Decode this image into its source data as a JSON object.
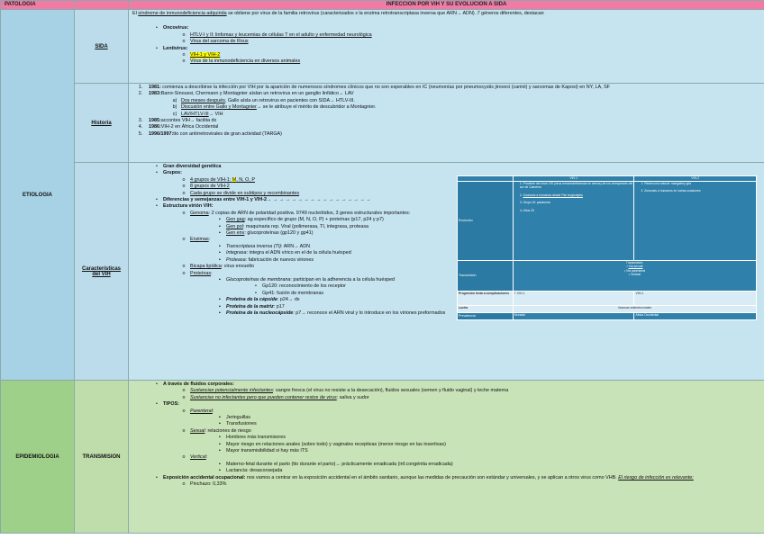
{
  "header": {
    "col1": "PATOLOGIA",
    "col3": "INFECCION POR VIH Y SU EVOLUCION A SIDA"
  },
  "etiologia": {
    "label": "ETIOLOGIA",
    "sida": {
      "label": "SIDA",
      "intro_pre": "El ",
      "intro_link": "síndrome de inmunodeficiencia adquirida",
      "intro_post": " se obtiene por virus de la familia retrovirus (caracterizados x la enzima retrotranscriptasa inversa que ARN→ ADN) .7 géneros diferentes, destacan",
      "oncovirus": "Oncovirus:",
      "onco1": "HTLV-I y II: linfomas y leucemias de células T en el adulto y enfermedad neurológica",
      "onco2": "Virus del sarcoma de Rous",
      "lentivirus": "Lentivirus:",
      "lenti1": "VIH-1 y VIH-2",
      "lenti2": "Virus de la inmunodeficiencia en diversos animales"
    },
    "historia": {
      "label": "Historia",
      "h1_year": "1981:",
      "h1": " comienza a describirse la infección por VIH por la aparición de numerosos síndromes clínicos que no son esperables en IC (neumonías por pneumocystis jiroveci (carinii) y sarcomas de Kaposi) en NY, LA, SF",
      "h2_year": "1983:",
      "h2": " Barre-Sinoussi, Chermann y Montagnier aíslan un retrovirus en un ganglio linfático→ LAV",
      "h2a_u": "Dos meses después",
      "h2a": ", Gallo aísla un retrovirus en pacientes con SIDA→ HTLV-III.",
      "h2b_u": "Discusión entre Gallo y Montagnier",
      "h2b": "→ se le atribuye el mérito de descubridor a Montagnier.",
      "h2c_u": "LAV/HTLV-III",
      "h2c": "→ VIH",
      "h3_year": "1985:",
      "h3": " accontes VIH→ facilita dx",
      "h4_year": "1986:",
      "h4": " VIH-2 en África Occidental",
      "h5_year": "1996/1997:",
      "h5": " tto con antirretrovirales de gran actividad (TARGA)"
    },
    "caract": {
      "label1": "Características",
      "label2": "del VIH",
      "c1": "Gran diversidad genética",
      "c2": "Grupos:",
      "c2a_pre": "4 grupos de VIH-1: ",
      "c2a_m": "M",
      "c2a_post": ", N, O, P",
      "c2b": "8 grupos de VIH-2",
      "c2c": "Cada grupo se divide en subtipos y recombinantes",
      "c3": "Diferencias y semejanzas entre VIH-1 y VIH-2→ → → → → → → → → → → → → → → → →",
      "c4": "Estructura virión VIH:",
      "genoma_u": "Genoma",
      "genoma": ": 2 copias de ARN de polaridad positiva. 9749 nucleótidos, 3 genes estructurales importantes:",
      "gag_u": "Gen gag",
      "gag": ": ag específico de grupo (M, N, O, P) + proteínas (p17, p24 y p7)",
      "pol_u": "Gen pol",
      "pol": ": maquinaria rep. Viral (polimerasa, TI, integrasa, proteasa",
      "env_u": "Gen env",
      "env": ": glucoproteínas (gp120 y gp41)",
      "enz_u": "Enzimas",
      "enz": ":",
      "ti_i": "Transcriptasa inversa (TI)",
      "ti": ": ARN→ ADN",
      "int_i": "Integrasa",
      "int": ": integra el ADN vírico en el de la célula huésped",
      "prot_i": "Proteasa",
      "prot": ": fabricación de nuevos viriones",
      "bic_u": "Bicapa lipídica",
      "bic": ": virus envuelto",
      "prt_u": "Proteínas",
      "prt": ":",
      "glu_i": "Glucoproteínas de membrana",
      "glu": ": participan en la adherencia a la célula huésped",
      "gp120": "Gp120: reconocimiento de los receptor",
      "gp41": "Gp41: fusión de membranas",
      "cap_i": "Proteína de la cápside",
      "cap": ": p24→ dx",
      "mat_i": "Proteína de la matriz",
      "mat": ": p17",
      "nuc_i": "Proteína de la nucleocápside",
      "nuc": ": p7→ reconoce el ARN viral y lo introduce en los viriones preformados"
    },
    "mini": {
      "h1": "VIH-1",
      "h2": "VIH-2",
      "r1": "Evolución",
      "r1a": "Proviene del virus VIS (virus inmunodeficiencia en simios) de los chimpancés del sur de Camerún",
      "r1b": "Zoonosis a humanos desde Pan troglodytes",
      "r1c": "Grupo M: pandemia",
      "r1d": "Años 20",
      "r1e": "Reservorio natural: mangabey gris",
      "r1f": "Zoonosis a humanos en varias ocasiones",
      "r2": "Transmisión",
      "r2a": "Transmisión:",
      "r2b": "Vía sexual",
      "r2c": "Vía parenteral",
      "r2d": "Vertical",
      "r3": "Progresión lenta a complicaciones",
      "r3a": "+ VIH-1",
      "r3b": "VIH-2",
      "r4": "Lucha",
      "r4a": "Vacunas antirretrovirales",
      "r5": "Prevalencia",
      "r5a": "Mundial",
      "r5b": "África Occidental"
    }
  },
  "epidemiologia": {
    "label": "EPIDEMIOLOGIA",
    "transmision": {
      "label": "TRANSMISION",
      "t1": "A través de fluidos corporales:",
      "t1a_u": "Sustancias potencialmente infectantes",
      "t1a": ": sangre fresca (el virus no resiste a la desecación), fluidos sexuales (semen y fluido vaginal) y leche materna",
      "t1b_u": "Sustancias no infectantes pero que pueden contener restos de virus",
      "t1b": ": saliva y sudor",
      "t2": "TIPOS:",
      "par_u": "Parenteral",
      "par": ":",
      "par1": "Jeringuillas",
      "par2": "Transfusiones",
      "sex_u": "Sexual",
      "sex": ": relaciones de riesgo",
      "sex1": "Hombres más transmisores",
      "sex2": "Mayor riesgo en relaciones anales (sobre todo) y vaginales receptivas (menor riesgo en las insertivas)",
      "sex3": "Mayor transmisibilidad si hay más ITS",
      "ver_u": "Vertical",
      "ver": ":",
      "ver1": "Materno-fetal durante el parto (tto durante el parto)→ prácticamente erradicada (inf.congénita erradicada)",
      "ver2": "Lactancia: desaconsejada",
      "exp_b": "Exposición accidental ocupacional:",
      "exp": " nos vamos a centrar en la exposición accidental en el ámbito sanitario, aunque las medidas de precaución son estándar y universales, y se aplican a otros virus como VHB.",
      "exp_u": "El riesgo de infección es relevante:",
      "pin": "Pinchazo: 0,33%"
    }
  }
}
